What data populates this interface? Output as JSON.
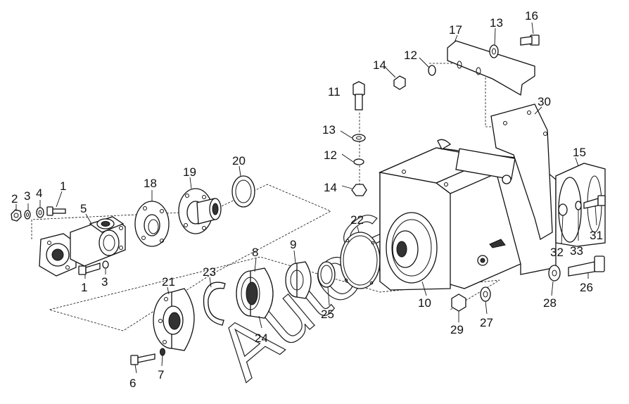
{
  "watermark": "AutoSoft",
  "callouts": [
    {
      "id": "c1a",
      "text": "1"
    },
    {
      "id": "c1b",
      "text": "1"
    },
    {
      "id": "c2",
      "text": "2"
    },
    {
      "id": "c3a",
      "text": "3"
    },
    {
      "id": "c3b",
      "text": "3"
    },
    {
      "id": "c4",
      "text": "4"
    },
    {
      "id": "c5",
      "text": "5"
    },
    {
      "id": "c6",
      "text": "6"
    },
    {
      "id": "c7",
      "text": "7"
    },
    {
      "id": "c8",
      "text": "8"
    },
    {
      "id": "c9",
      "text": "9"
    },
    {
      "id": "c10",
      "text": "10"
    },
    {
      "id": "c11",
      "text": "11"
    },
    {
      "id": "c12a",
      "text": "12"
    },
    {
      "id": "c12b",
      "text": "12"
    },
    {
      "id": "c13a",
      "text": "13"
    },
    {
      "id": "c13b",
      "text": "13"
    },
    {
      "id": "c14a",
      "text": "14"
    },
    {
      "id": "c14b",
      "text": "14"
    },
    {
      "id": "c15",
      "text": "15"
    },
    {
      "id": "c16",
      "text": "16"
    },
    {
      "id": "c17",
      "text": "17"
    },
    {
      "id": "c18",
      "text": "18"
    },
    {
      "id": "c19",
      "text": "19"
    },
    {
      "id": "c20",
      "text": "20"
    },
    {
      "id": "c21",
      "text": "21"
    },
    {
      "id": "c22",
      "text": "22"
    },
    {
      "id": "c23",
      "text": "23"
    },
    {
      "id": "c24",
      "text": "24"
    },
    {
      "id": "c25",
      "text": "25"
    },
    {
      "id": "c26",
      "text": "26"
    },
    {
      "id": "c27",
      "text": "27"
    },
    {
      "id": "c28",
      "text": "28"
    },
    {
      "id": "c29",
      "text": "29"
    },
    {
      "id": "c30",
      "text": "30"
    },
    {
      "id": "c31",
      "text": "31"
    },
    {
      "id": "c32",
      "text": "32"
    },
    {
      "id": "c33",
      "text": "33"
    }
  ]
}
